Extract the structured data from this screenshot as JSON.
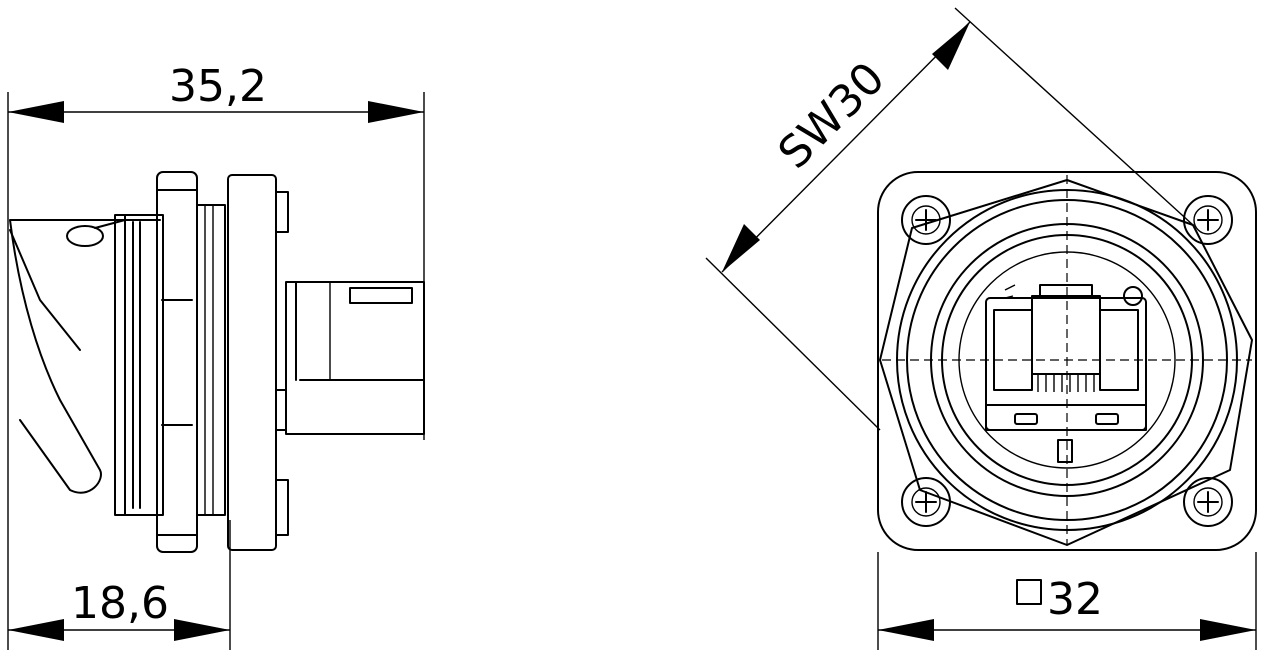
{
  "dimensions": {
    "overall_length": "35,2",
    "front_depth": "18,6",
    "wrench_size": "SW30",
    "flange_square": "32"
  },
  "symbols": {
    "square": "square-symbol"
  }
}
